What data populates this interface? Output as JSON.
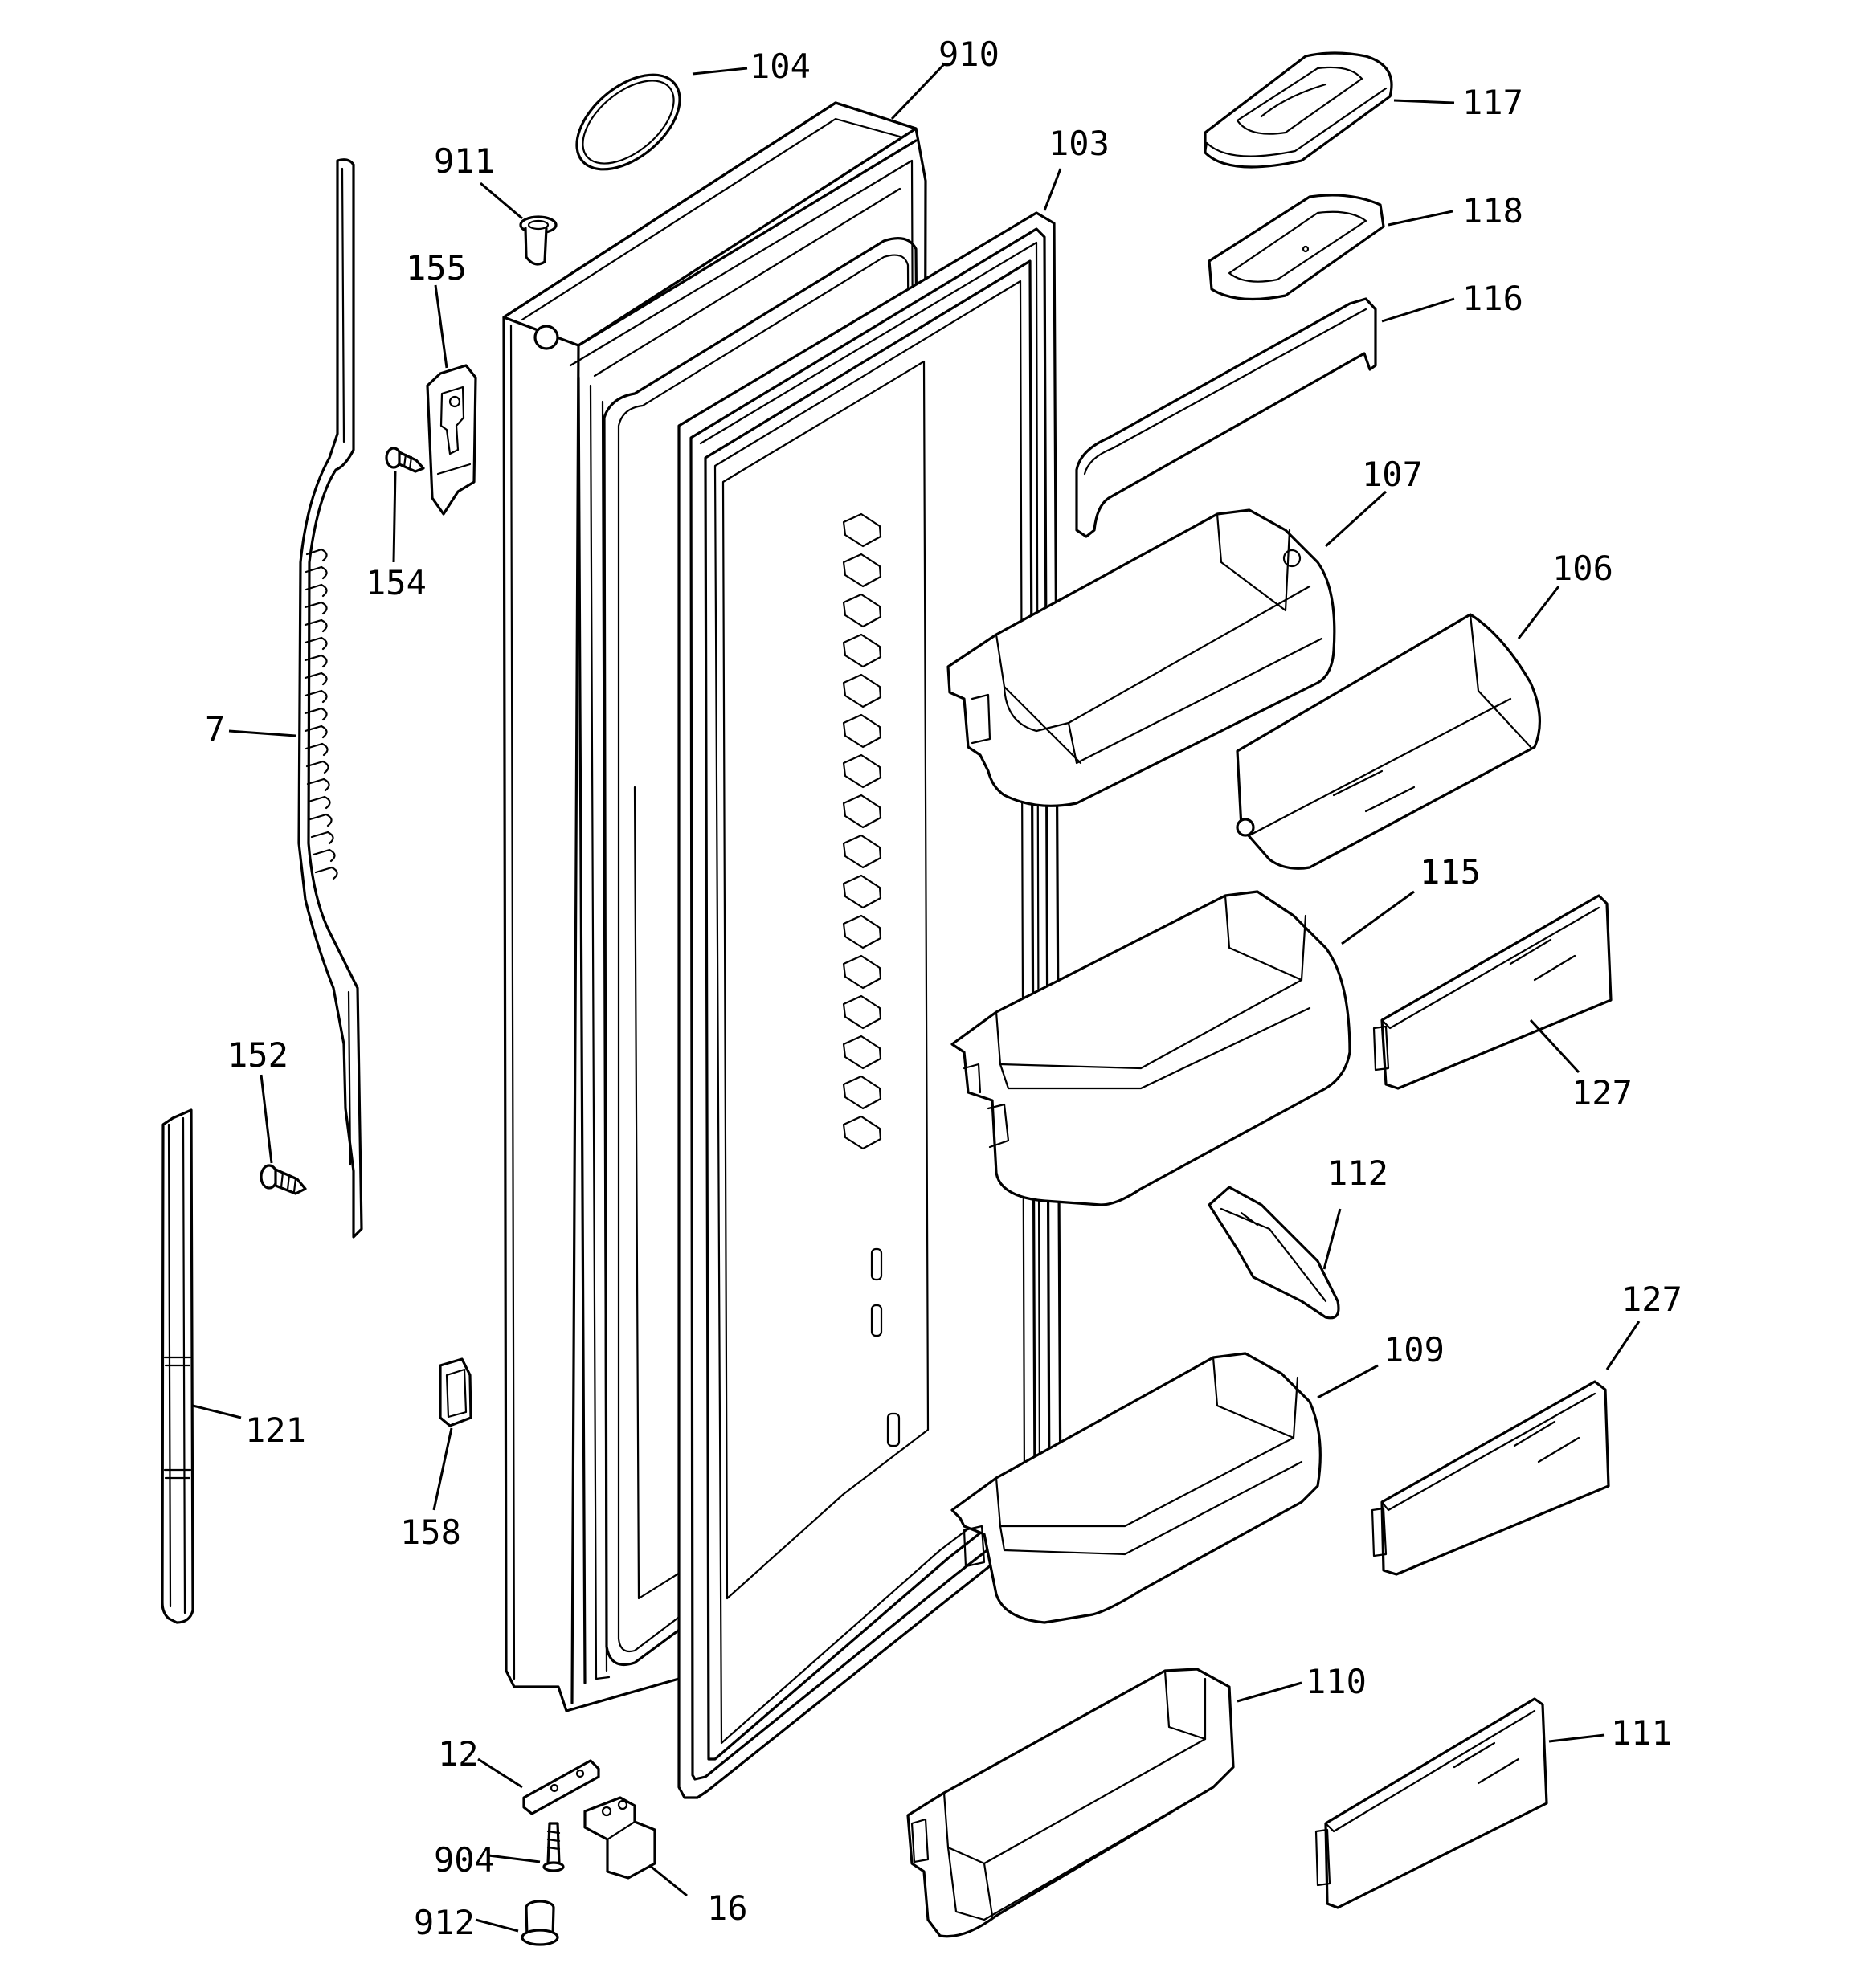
{
  "diagram": {
    "parts": [
      {
        "id": "door",
        "label": "910"
      },
      {
        "id": "gasket",
        "label": "103"
      },
      {
        "id": "door-cap-gasket",
        "label": "104"
      },
      {
        "id": "top-bushing",
        "label": "911"
      },
      {
        "id": "handle-bracket",
        "label": "155"
      },
      {
        "id": "handle-bracket-screw",
        "label": "154"
      },
      {
        "id": "handle",
        "label": "7"
      },
      {
        "id": "handle-screw",
        "label": "152"
      },
      {
        "id": "trim",
        "label": "121"
      },
      {
        "id": "door-stop",
        "label": "158"
      },
      {
        "id": "hinge-cover",
        "label": "12"
      },
      {
        "id": "hinge-screw",
        "label": "904"
      },
      {
        "id": "bottom-hinge",
        "label": "16"
      },
      {
        "id": "bottom-bushing",
        "label": "912"
      },
      {
        "id": "dairy-cover",
        "label": "117"
      },
      {
        "id": "dairy-bin",
        "label": "118"
      },
      {
        "id": "dairy-rail",
        "label": "116"
      },
      {
        "id": "bin-upper",
        "label": "107"
      },
      {
        "id": "bin-upper-front",
        "label": "106"
      },
      {
        "id": "bin-middle",
        "label": "115"
      },
      {
        "id": "bin-front-a",
        "label": "127"
      },
      {
        "id": "bin-divider",
        "label": "112"
      },
      {
        "id": "bin-front-b",
        "label": "127"
      },
      {
        "id": "bin-lower",
        "label": "109"
      },
      {
        "id": "bin-bottom",
        "label": "110"
      },
      {
        "id": "bin-bottom-front",
        "label": "111"
      }
    ]
  }
}
